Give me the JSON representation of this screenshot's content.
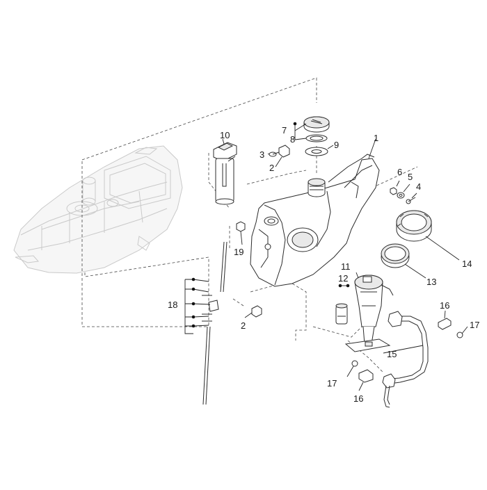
{
  "callouts": {
    "c1": "1",
    "c2a": "2",
    "c2b": "2",
    "c3": "3",
    "c4": "4",
    "c5": "5",
    "c6": "6",
    "c7": "7",
    "c8": "8",
    "c9": "9",
    "c10": "10",
    "c11": "11",
    "c12": "12",
    "c13": "13",
    "c14": "14",
    "c15": "15",
    "c16a": "16",
    "c16b": "16",
    "c17a": "17",
    "c17b": "17",
    "c18": "18",
    "c19": "19"
  },
  "colors": {
    "ghost": "#c9c9c9",
    "line": "#2b2b2b",
    "background": "#ffffff"
  }
}
